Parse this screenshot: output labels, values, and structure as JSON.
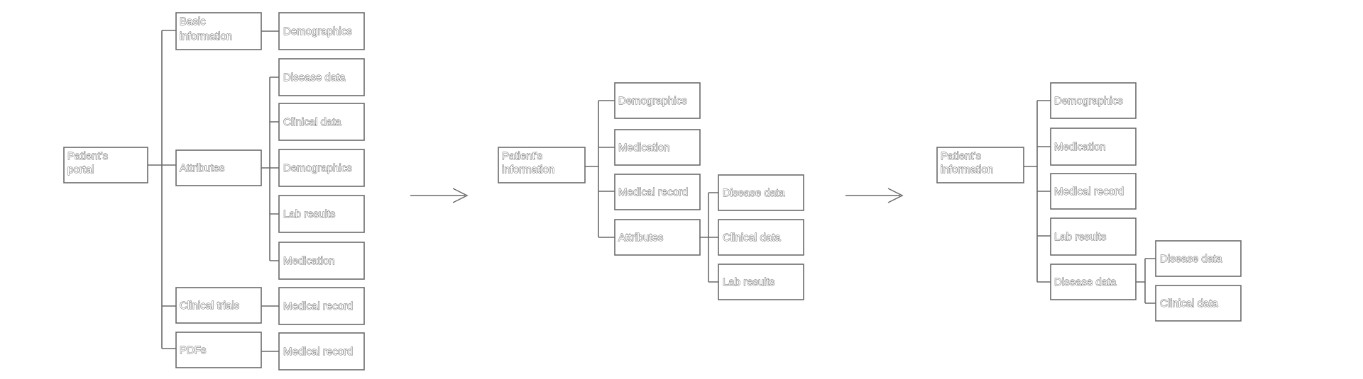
{
  "diagram_1": {
    "root": "Patient's portal",
    "groups": [
      {
        "label": "Basic information",
        "children": [
          "Demographics"
        ]
      },
      {
        "label": "Attributes",
        "children": [
          "Disease data",
          "Clinical data",
          "Demographics",
          "Lab results",
          "Medication"
        ]
      },
      {
        "label": "Clinical trials",
        "children": [
          "Medical record"
        ]
      },
      {
        "label": "PDFs",
        "children": [
          "Medical record"
        ]
      }
    ]
  },
  "diagram_2": {
    "root": "Patient's information",
    "items": [
      "Demographics",
      "Medication",
      "Medical record",
      "Attributes"
    ],
    "sub_items": [
      "Disease data",
      "Clinical data",
      "Lab results"
    ]
  },
  "diagram_3": {
    "root": "Patient's information",
    "items": [
      "Demographics",
      "Medication",
      "Medical record",
      "Lab results",
      "Disease data"
    ],
    "sub_items": [
      "Disease data",
      "Clinical data"
    ]
  }
}
